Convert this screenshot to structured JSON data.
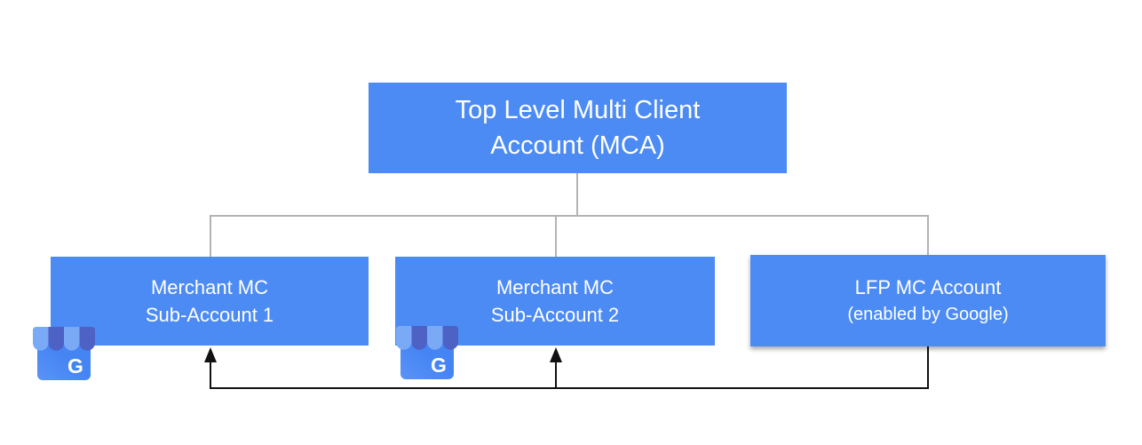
{
  "diagram": {
    "title_box": {
      "line1": "Top Level Multi Client",
      "line2": "Account (MCA)"
    },
    "sub_accounts": [
      {
        "line1": "Merchant MC",
        "line2": "Sub-Account 1",
        "has_business_icon": true
      },
      {
        "line1": "Merchant MC",
        "line2": "Sub-Account 2",
        "has_business_icon": true
      },
      {
        "line1": "LFP MC Account",
        "line2": "(enabled by Google)",
        "has_business_icon": false
      }
    ],
    "icons": {
      "google_business": {
        "name": "google-business-storefront-icon",
        "letter": "G"
      }
    },
    "colors": {
      "box_fill": "#4c8bf4",
      "box_text": "#ffffff",
      "connector_gray": "#b3b3b3",
      "arrow_black": "#111111",
      "icon_awning_light": "#7aa9f5",
      "icon_awning_dark": "#4e61c4",
      "icon_body": "#4484f3",
      "background": "#ffffff"
    }
  }
}
